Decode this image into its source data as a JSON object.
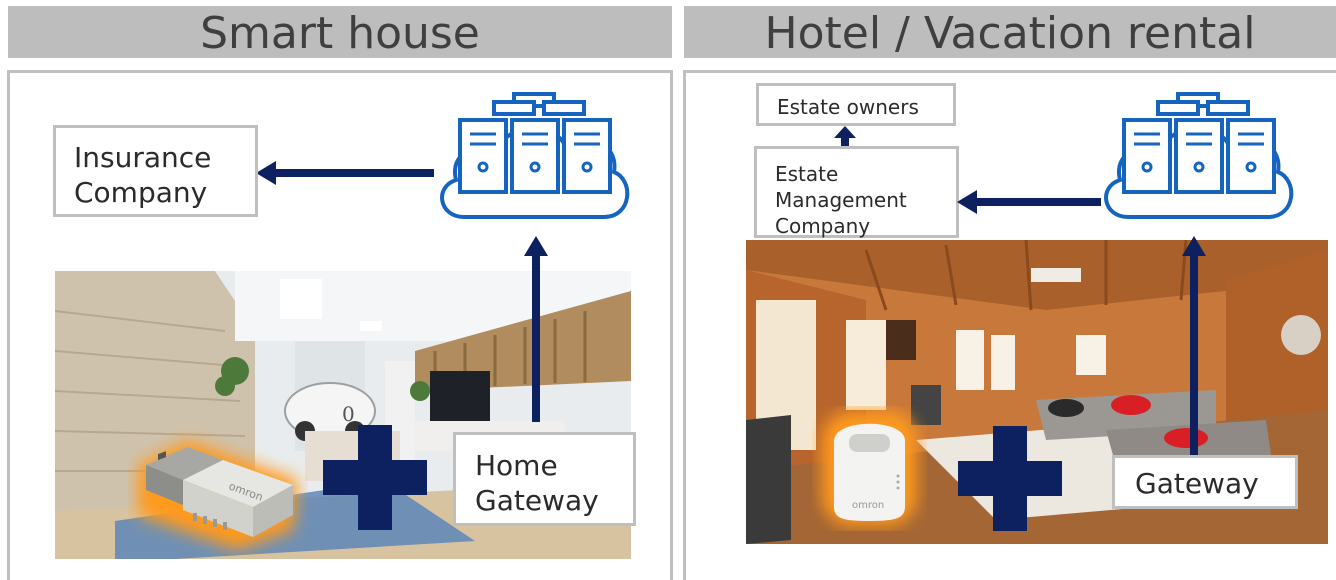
{
  "panels": {
    "smart_house": {
      "title": "Smart house",
      "insurance_box": {
        "line1": "Insurance",
        "line2": "Company"
      },
      "gateway_box": {
        "line1": "Home",
        "line2": "Gateway"
      },
      "photo_alt": "living room with garage car",
      "device_icon": "usb-sensor-icon",
      "plus_icon": "plus-icon",
      "cloud_icon": "cloud-server-icon"
    },
    "hotel": {
      "title": "Hotel / Vacation rental",
      "owners_box": {
        "label": "Estate owners"
      },
      "management_box": {
        "line1": "Estate",
        "line2": "Management",
        "line3": "Company"
      },
      "gateway_box": {
        "label": "Gateway"
      },
      "device_icon": "bag-sensor-icon",
      "plus_icon": "plus-icon",
      "cloud_icon": "cloud-server-icon"
    }
  },
  "colors": {
    "arrow": "#0d2060",
    "header_bg": "#bdbdbd",
    "header_text": "#3f3f3f",
    "box_border": "#bfbfbf",
    "cloud_stroke": "#1565c0",
    "glow": "#ff9a1f"
  }
}
